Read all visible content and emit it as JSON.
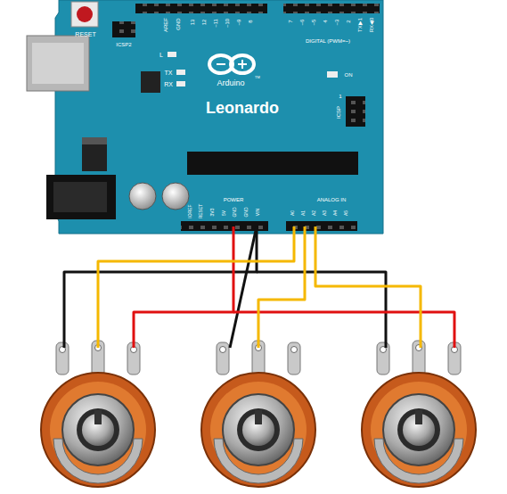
{
  "diagram": {
    "labels": [
      "RESET",
      "ICSP2",
      "AREF",
      "GND",
      "13",
      "12",
      "~11",
      "~10",
      "~9",
      "8",
      "7",
      "~6",
      "~5",
      "4",
      "~3",
      "2",
      "TX▶1",
      "RX◀0",
      "DIGITAL (PWM=~)",
      "L",
      "TX",
      "RX",
      "Arduino",
      "TM",
      "ON",
      "ICSP",
      "1",
      "Leonardo",
      "IOREF",
      "RESET",
      "3V3",
      "5V",
      "GND",
      "GND",
      "VIN",
      "POWER",
      "ANALOG IN",
      "A0",
      "A1",
      "A2",
      "A3",
      "A4",
      "A5"
    ]
  }
}
